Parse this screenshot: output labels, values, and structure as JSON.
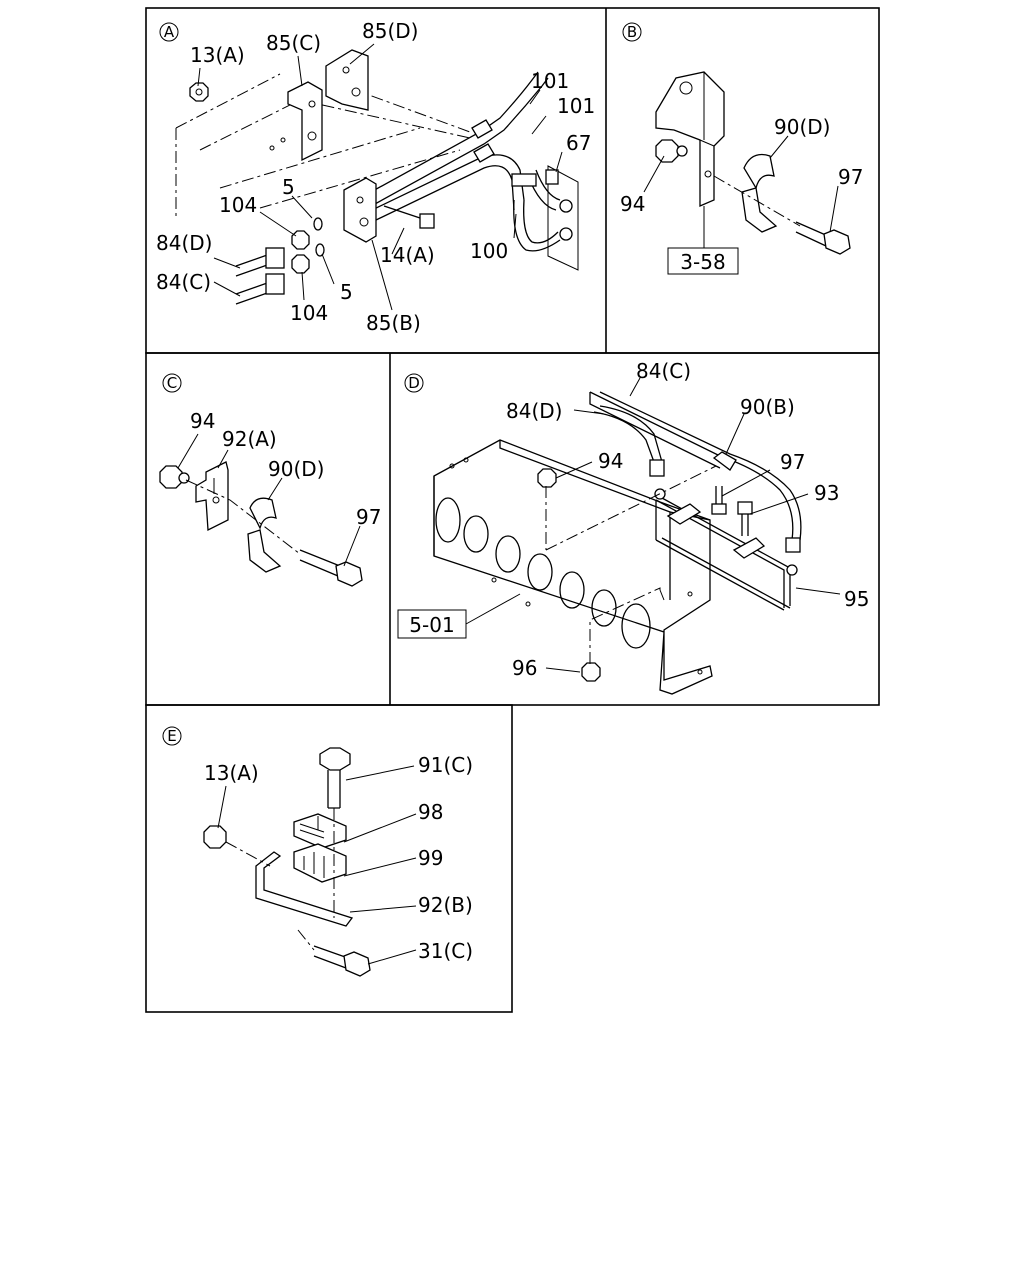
{
  "panels": {
    "a": {
      "id": "A",
      "labels": {
        "l13a": "13(A)",
        "l85c": "85(C)",
        "l85d": "85(D)",
        "l101a": "101",
        "l101b": "101",
        "l67": "67",
        "l5a": "5",
        "l104a": "104",
        "l84d": "84(D)",
        "l84c": "84(C)",
        "l104b": "104",
        "l5b": "5",
        "l14a": "14(A)",
        "l100": "100",
        "l85b": "85(B)"
      }
    },
    "b": {
      "id": "B",
      "labels": {
        "l90d": "90(D)",
        "l97": "97",
        "l94": "94"
      },
      "ref_box": "3-58"
    },
    "c": {
      "id": "C",
      "labels": {
        "l94": "94",
        "l92a": "92(A)",
        "l90d": "90(D)",
        "l97": "97"
      }
    },
    "d": {
      "id": "D",
      "labels": {
        "l84c": "84(C)",
        "l84d": "84(D)",
        "l90b": "90(B)",
        "l94": "94",
        "l97": "97",
        "l93": "93",
        "l95": "95",
        "l96": "96"
      },
      "ref_box": "5-01"
    },
    "e": {
      "id": "E",
      "labels": {
        "l13a": "13(A)",
        "l91c": "91(C)",
        "l98": "98",
        "l99": "99",
        "l92b": "92(B)",
        "l31c": "31(C)"
      }
    }
  }
}
